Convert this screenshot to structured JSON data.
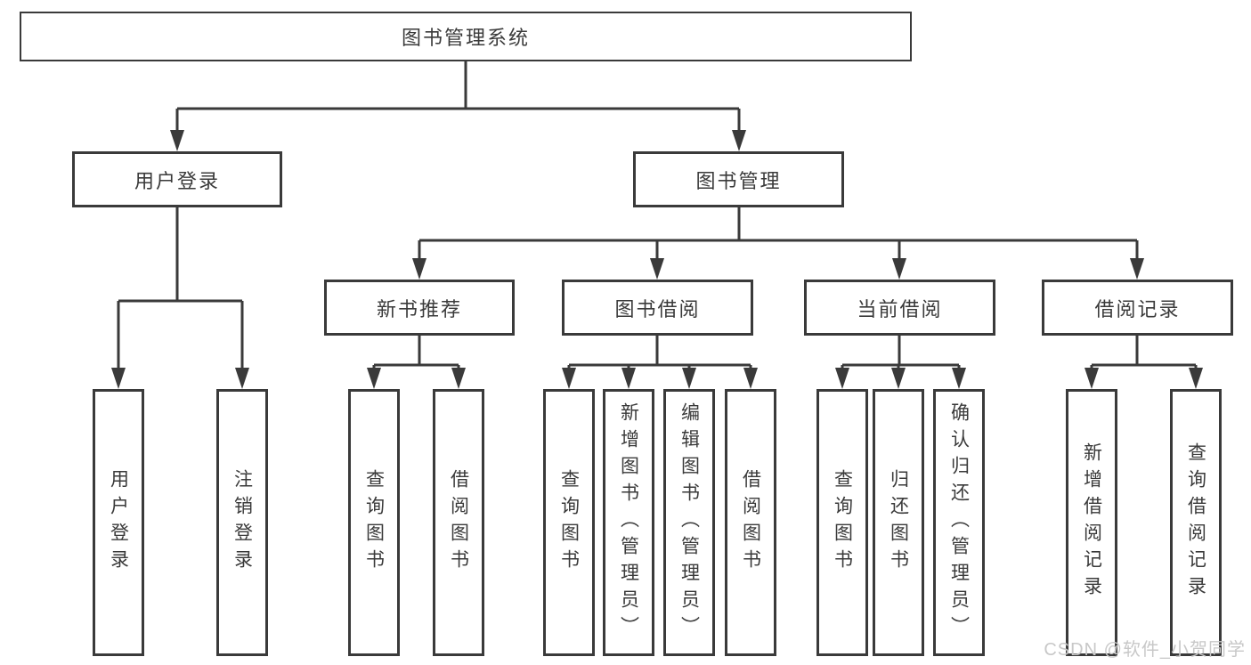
{
  "tree": {
    "root": {
      "label": "图书管理系统"
    },
    "branches": [
      {
        "label": "用户登录",
        "children": [
          {
            "label": "用户登录"
          },
          {
            "label": "注销登录"
          }
        ]
      },
      {
        "label": "图书管理",
        "children": [
          {
            "label": "新书推荐",
            "children": [
              {
                "label": "查询图书"
              },
              {
                "label": "借阅图书"
              }
            ]
          },
          {
            "label": "图书借阅",
            "children": [
              {
                "label": "查询图书"
              },
              {
                "label": "新增图书（管理员）"
              },
              {
                "label": "编辑图书（管理员）"
              },
              {
                "label": "借阅图书"
              }
            ]
          },
          {
            "label": "当前借阅",
            "children": [
              {
                "label": "查询图书"
              },
              {
                "label": "归还图书"
              },
              {
                "label": "确认归还（管理员）"
              }
            ]
          },
          {
            "label": "借阅记录",
            "children": [
              {
                "label": "新增借阅记录"
              },
              {
                "label": "查询借阅记录"
              }
            ]
          }
        ]
      }
    ]
  },
  "watermark": {
    "text": "CSDN @软件_小贺同学"
  },
  "colors": {
    "line": "#3a3a3a",
    "text": "#3a3a3a",
    "background": "#ffffff",
    "watermark": "#c8c8c8"
  }
}
